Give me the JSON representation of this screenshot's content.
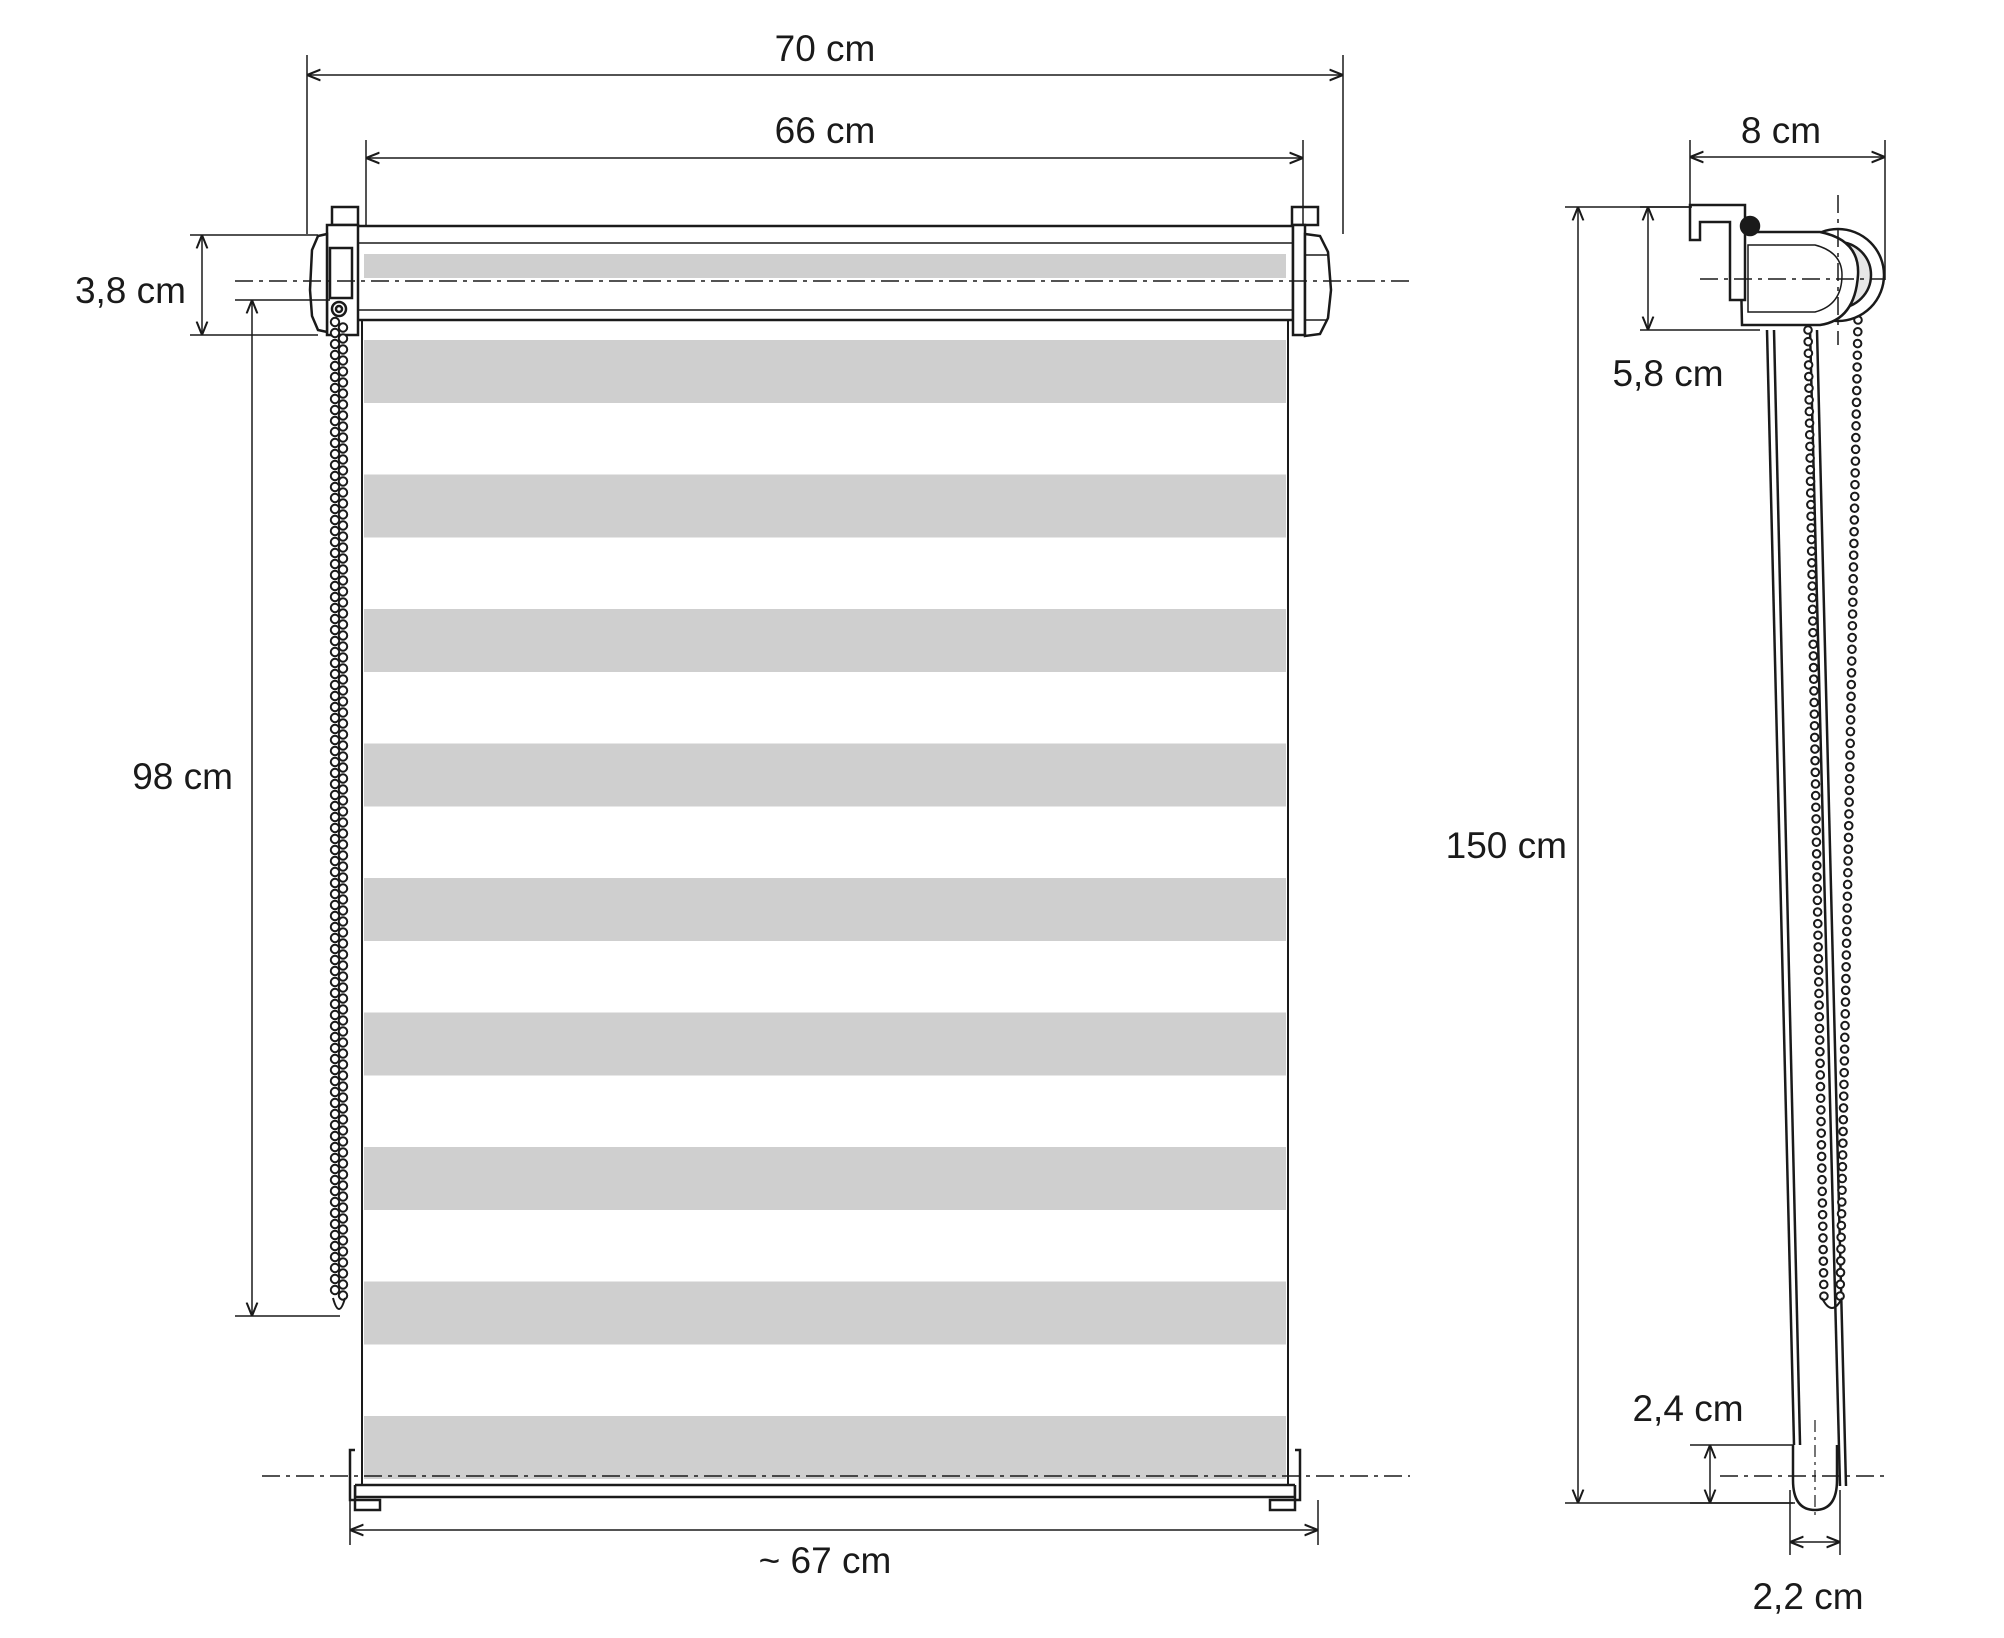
{
  "dimensions": {
    "overall_width": "70 cm",
    "fabric_width": "66 cm",
    "bottom_width": "~ 67 cm",
    "cassette_height": "3,8 cm",
    "chain_length": "98 cm",
    "total_height": "150 cm",
    "side_depth": "8 cm",
    "side_cassette_height": "5,8 cm",
    "bottom_bar_height": "2,4 cm",
    "bottom_bar_width": "2,2 cm"
  },
  "colors": {
    "line": "#1a1a1a",
    "stripe": "#cfcfcf",
    "hardware": "#444444"
  },
  "stripe_count": 9
}
